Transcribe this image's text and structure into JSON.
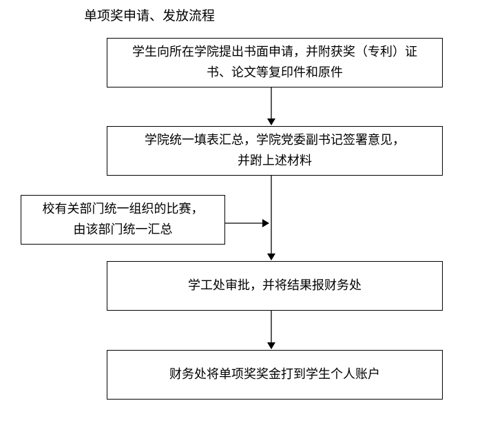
{
  "title": "单项奖申请、发放流程",
  "steps": [
    {
      "line1": "学生向所在学院提出书面申请，并附获奖（专利）证",
      "line2": "书、论文等复印件和原件"
    },
    {
      "line1": "学院统一填表汇总，学院党委副书记签署意见，",
      "line2": "并跗上述材料"
    },
    {
      "line1": "学工处审批，并将结果报财务处"
    },
    {
      "line1": "财务处将单项奖奖金打到学生个人账户"
    }
  ],
  "side_note": {
    "line1": "校有关部门统一组织的比赛，",
    "line2": "由该部门统一汇总"
  }
}
